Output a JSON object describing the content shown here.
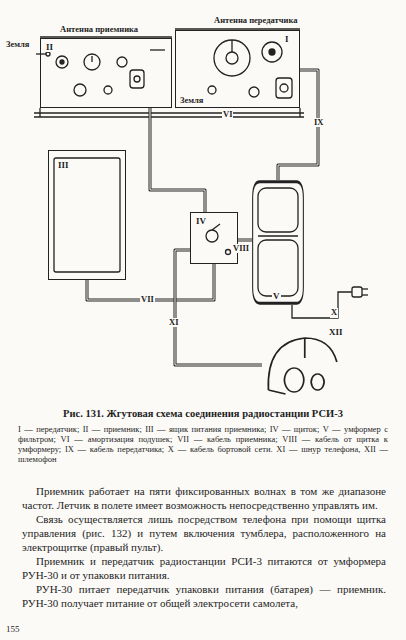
{
  "diagram": {
    "caption": "Рис. 131. Жгутовая схема соединения радиостанции РСИ-3",
    "nodes": [
      {
        "text": [
          "II"
        ]
      },
      {
        "text": [
          "I"
        ]
      },
      {
        "text": [
          "III"
        ]
      },
      {
        "text": [
          "IV"
        ]
      },
      {
        "text": [
          "V"
        ]
      },
      {
        "text": [
          "XII"
        ]
      }
    ],
    "edges": [
      {
        "from": 2,
        "to": 3,
        "arrow": "none",
        "label": "VII"
      },
      {
        "from": 0,
        "to": 3,
        "arrow": "none"
      },
      {
        "from": 3,
        "to": 4,
        "arrow": "none",
        "label": "VIII"
      },
      {
        "from": 1,
        "to": 4,
        "arrow": "none",
        "label": "IX"
      },
      {
        "from": 3,
        "to": 5,
        "arrow": "none",
        "label": "XI"
      }
    ],
    "labels": [
      "Антенна приемника",
      "Антенна передатчика",
      "Земля",
      "Земля",
      "VI",
      "X",
      "I — передатчик; II — приемник; III — ящик питания приемника; IV — щиток; V — умформер с фильтром; VI — амортизация подушек; VII — кабель приемника; VIII — кабель от щитка к умформеру; IX — кабель передатчика; X — кабель бортовой сети. XI — шнур телефона, XII — шлемофон",
      "Приемник работает на пяти фиксированных волнах в том же диапазоне частот. Летчик в полете имеет возможность непосредственно управлять им.",
      "Связь осуществляется лишь посредством телефона при помощи щитка управления (рис. 132) и путем включения тумблера, расположенного на электрощитке (правый пульт).",
      "Приемник и передатчик радиостанции РСИ-3 питаются от умформера РУН-30 и от упаковки питания.",
      "РУН-30 питает передатчик упаковки питания (батарея) — приемник. РУН-30 получает питание от общей электросети самолета,",
      "155"
    ]
  }
}
